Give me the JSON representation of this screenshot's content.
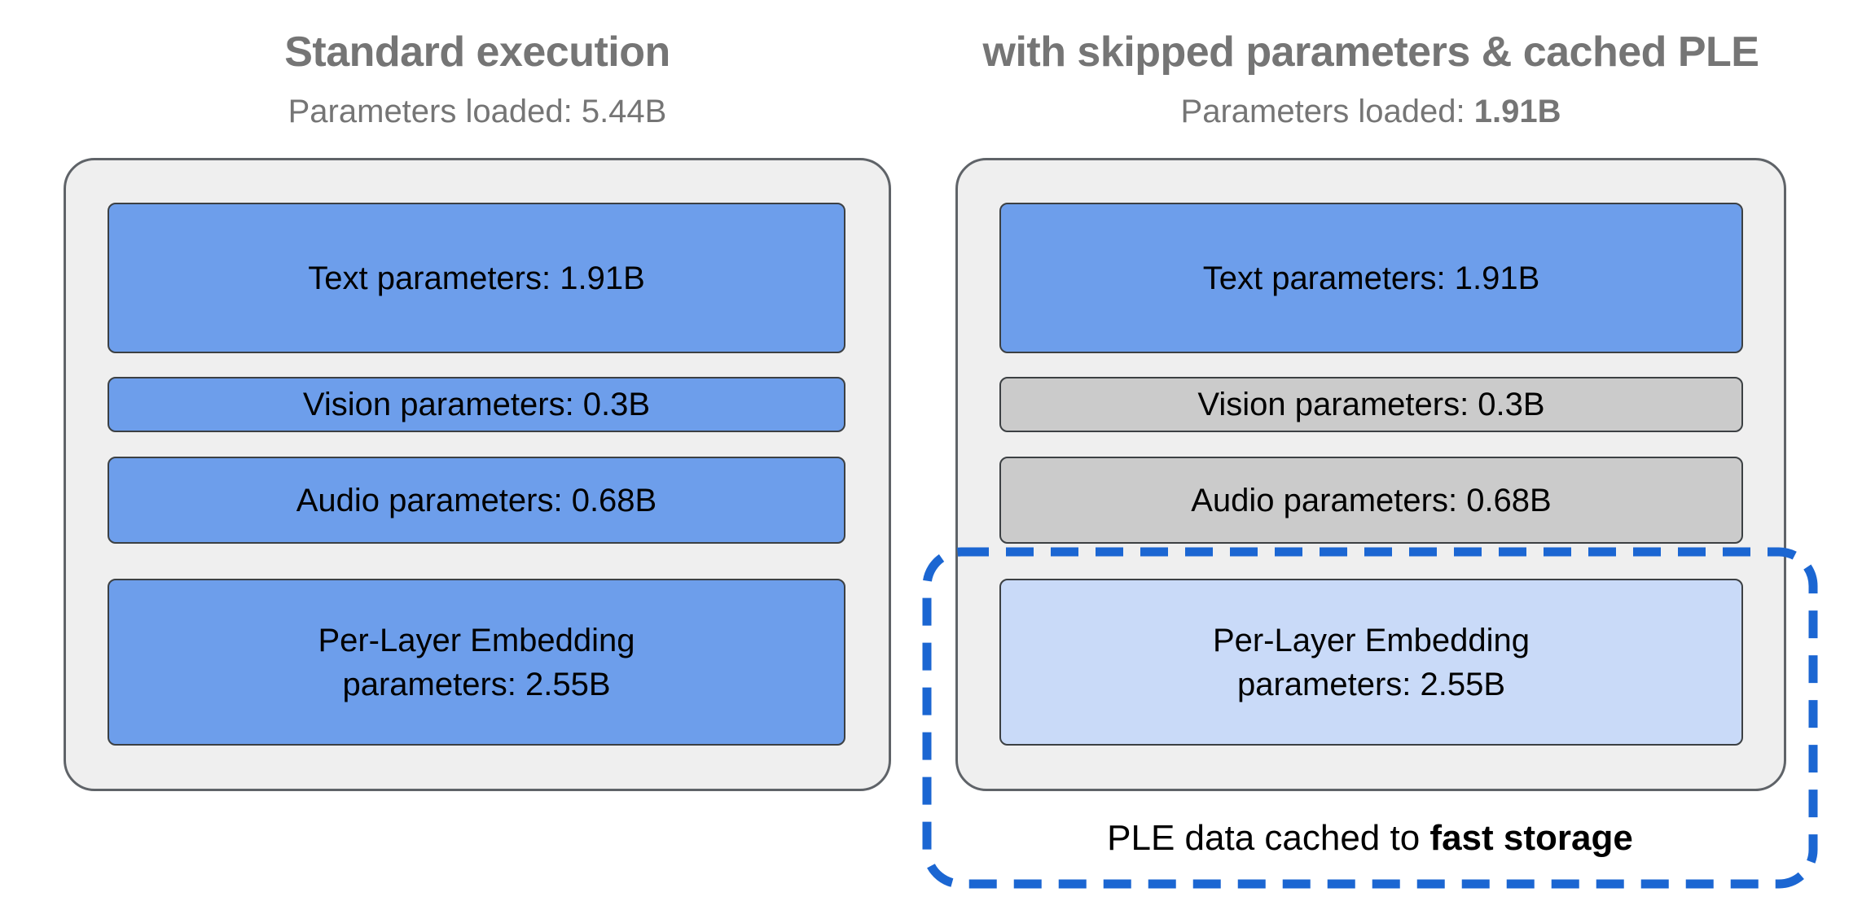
{
  "diagram": {
    "left": {
      "title": "Standard execution",
      "subtitle": "Parameters loaded: 5.44B",
      "boxes": {
        "text": "Text parameters: 1.91B",
        "vision": "Vision parameters: 0.3B",
        "audio": "Audio parameters: 0.68B",
        "ple_line1": "Per-Layer Embedding",
        "ple_line2": "parameters: 2.55B"
      }
    },
    "right": {
      "title": "with skipped parameters & cached PLE",
      "subtitle_prefix": "Parameters loaded: ",
      "subtitle_value_bold": "1.91B",
      "boxes": {
        "text": "Text parameters: 1.91B",
        "vision": "Vision parameters: 0.3B",
        "audio": "Audio parameters: 0.68B",
        "ple_line1": "Per-Layer Embedding",
        "ple_line2": "parameters: 2.55B"
      },
      "caption_prefix": "PLE data cached to ",
      "caption_value_bold": "fast storage"
    },
    "colors": {
      "loaded_blue": "#6d9eeb",
      "skipped_gray": "#cbcbcb",
      "cached_light_blue": "#c9daf8",
      "container_gray": "#efefef",
      "container_border_gray": "#5f6368",
      "box_border_dark": "#3c4043",
      "dashed_outline_blue": "#1b66d2",
      "heading_gray": "#757575"
    }
  }
}
